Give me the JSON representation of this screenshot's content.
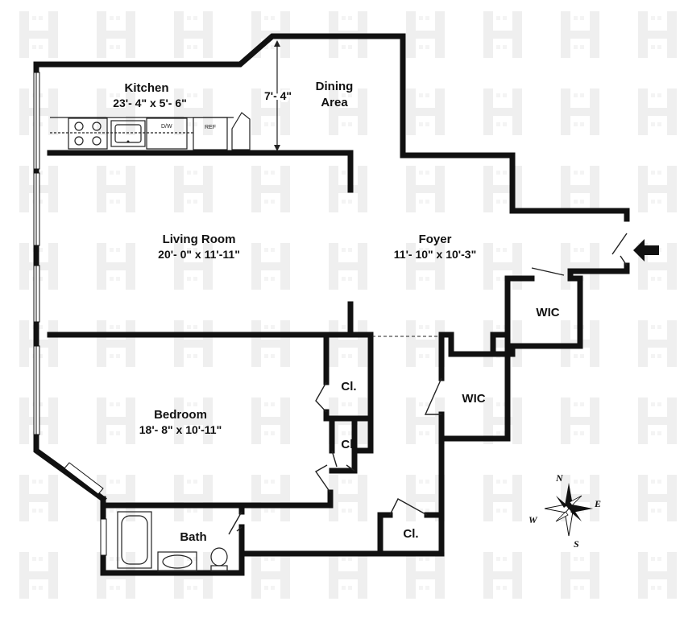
{
  "rooms": {
    "kitchen": {
      "name": "Kitchen",
      "dims": "23'- 4\" x 5'- 6\""
    },
    "dining": {
      "name_line1": "Dining",
      "name_line2": "Area",
      "dims": "7'- 4\""
    },
    "living": {
      "name": "Living Room",
      "dims": "20'- 0\" x 11'-11\""
    },
    "foyer": {
      "name": "Foyer",
      "dims": "11'- 10\" x 10'-3\""
    },
    "wic_east": {
      "name": "WIC"
    },
    "wic_center": {
      "name": "WIC"
    },
    "bedroom": {
      "name": "Bedroom",
      "dims": "18'- 8\" x 10'-11\""
    },
    "closet_1": {
      "name": "Cl."
    },
    "closet_2": {
      "name": "Cl."
    },
    "closet_3": {
      "name": "Cl."
    },
    "bath": {
      "name": "Bath"
    }
  },
  "appliances": {
    "dishwasher": "D/W",
    "refrigerator": "REF"
  },
  "compass": {
    "n": "N",
    "e": "E",
    "s": "S",
    "w": "W"
  },
  "colors": {
    "walls": "#111111",
    "watermark": "#ececec",
    "background": "#ffffff"
  }
}
